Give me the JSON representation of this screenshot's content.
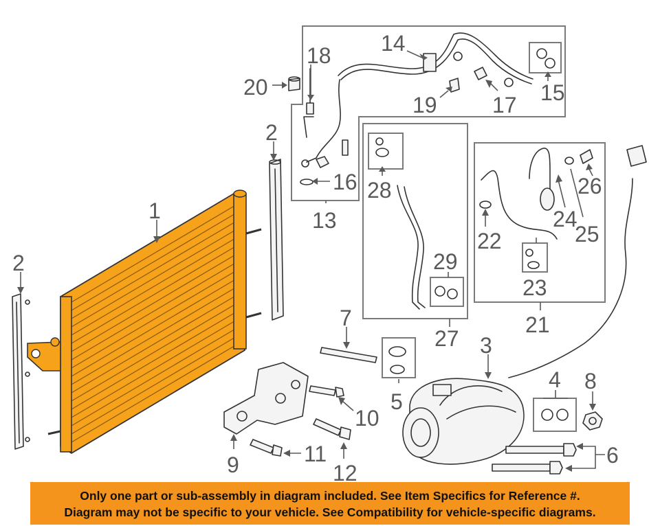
{
  "callouts": {
    "c1": "1",
    "c2a": "2",
    "c2b": "2",
    "c3": "3",
    "c4": "4",
    "c5": "5",
    "c6": "6",
    "c7": "7",
    "c8": "8",
    "c9": "9",
    "c10": "10",
    "c11": "11",
    "c12": "12",
    "c13": "13",
    "c14": "14",
    "c15": "15",
    "c16": "16",
    "c17": "17",
    "c18": "18",
    "c19": "19",
    "c20": "20",
    "c21": "21",
    "c22": "22",
    "c23": "23",
    "c24": "24",
    "c25": "25",
    "c26": "26",
    "c27": "27",
    "c28": "28",
    "c29": "29"
  },
  "colors": {
    "highlight": "#f4941c",
    "condenser": "#f7a21b",
    "line": "#333333",
    "label": "#5a5a5a"
  },
  "notice": {
    "line1": "Only one part or sub-assembly in diagram included. See Item Specifics for Reference #.",
    "line2": "Diagram may not be specific to your vehicle. See Compatibility for vehicle-specific diagrams."
  }
}
